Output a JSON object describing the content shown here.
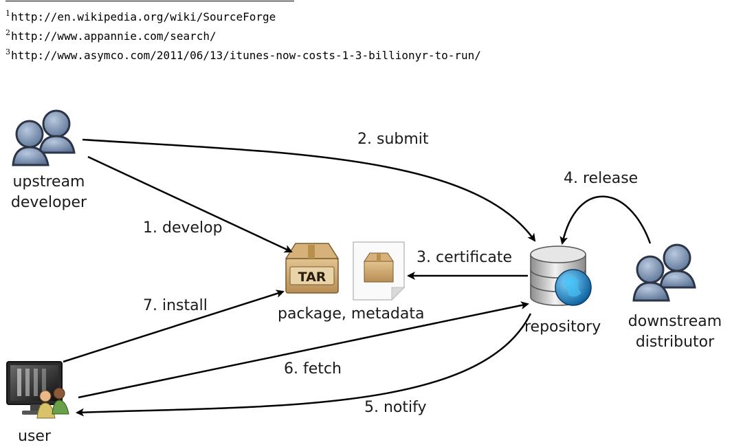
{
  "footnotes": [
    {
      "mark": "1",
      "url": "http://en.wikipedia.org/wiki/SourceForge"
    },
    {
      "mark": "2",
      "url": "http://www.appannie.com/search/"
    },
    {
      "mark": "3",
      "url": "http://www.asymco.com/2011/06/13/itunes-now-costs-1-3-billionyr-to-run/"
    }
  ],
  "nodes": {
    "upstream": {
      "line1": "upstream",
      "line2": "developer"
    },
    "package": {
      "label": "package, metadata",
      "tar_text": "TAR"
    },
    "repository": {
      "label": "repository"
    },
    "downstream": {
      "line1": "downstream",
      "line2": "distributor"
    },
    "user": {
      "label": "user"
    }
  },
  "edges": {
    "develop": "1. develop",
    "submit": "2. submit",
    "certificate": "3. certificate",
    "release": "4. release",
    "notify": "5. notify",
    "fetch": "6. fetch",
    "install": "7. install"
  }
}
